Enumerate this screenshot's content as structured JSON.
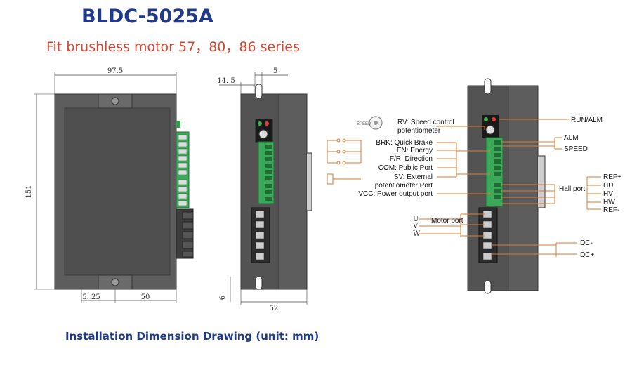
{
  "title": "BLDC-5025A",
  "subtitle": "Fit brushless motor 57，80，86 series",
  "caption": "Installation Dimension Drawing (unit: mm)",
  "dimensions": {
    "front_width": "97.5",
    "front_height": "151",
    "offset_left": "5. 25",
    "hole_spacing": "50",
    "side_offset": "14. 5",
    "side_slot": "5",
    "side_width": "52",
    "side_bottom": "6"
  },
  "wiring": {
    "speed_icon_label": "SPEED",
    "left_labels": [
      "RV: Speed control",
      "potentiometer",
      "BRK: Quick Brake",
      "EN: Energy",
      "F/R: Direction",
      "COM: Public Port",
      "SV: External",
      "potentiometer Port",
      "VCC: Power output port"
    ],
    "motor_phases": [
      "U",
      "V",
      "W"
    ],
    "motor_port": "Motor port",
    "right_labels": {
      "run_alm": "RUN/ALM",
      "alm": "ALM",
      "speed": "SPEED",
      "hall_port": "Hall port",
      "hall_pins": [
        "REF+",
        "HU",
        "HV",
        "HW",
        "REF-"
      ],
      "dc_minus": "DC-",
      "dc_plus": "DC+"
    }
  },
  "colors": {
    "title": "#1f3a8a",
    "subtitle": "#d9442f",
    "lines": "#e07a2c",
    "body": "#5a5a5a",
    "terminal": "#2e9e4e"
  }
}
